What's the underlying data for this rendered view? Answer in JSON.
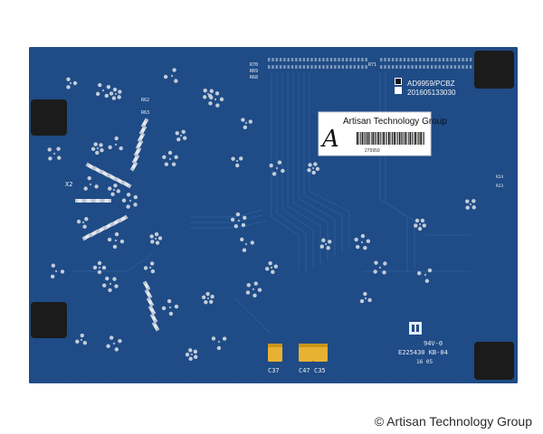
{
  "photo": {
    "subject": "Printed circuit board, rear side",
    "board_color": "#1f4b86",
    "trace_color": "#2a5d9c",
    "foot_color": "#1b1b1b",
    "capacitor_color": "#e7b232"
  },
  "label_sticker": {
    "company": "Artisan Technology Group",
    "logo_letter": "A",
    "serial": "279959"
  },
  "part_label": {
    "model": "AD9959/PCBZ",
    "date_code": "201605133030"
  },
  "silkscreen": {
    "crystal": "X2",
    "caps": [
      "C37",
      "C47",
      "C35"
    ],
    "resistors_top_left": [
      "R70",
      "R69",
      "R68"
    ],
    "header_ref": "R71",
    "resistor_r62": "R62",
    "resistor_r63": "R63",
    "right_refs": [
      "R24",
      "R23"
    ],
    "ul_mark": "94V-0",
    "ul_code": "E225430 KB-04",
    "week_code": "16 05"
  },
  "footer": {
    "copyright_symbol": "©",
    "text": "Artisan Technology Group"
  }
}
